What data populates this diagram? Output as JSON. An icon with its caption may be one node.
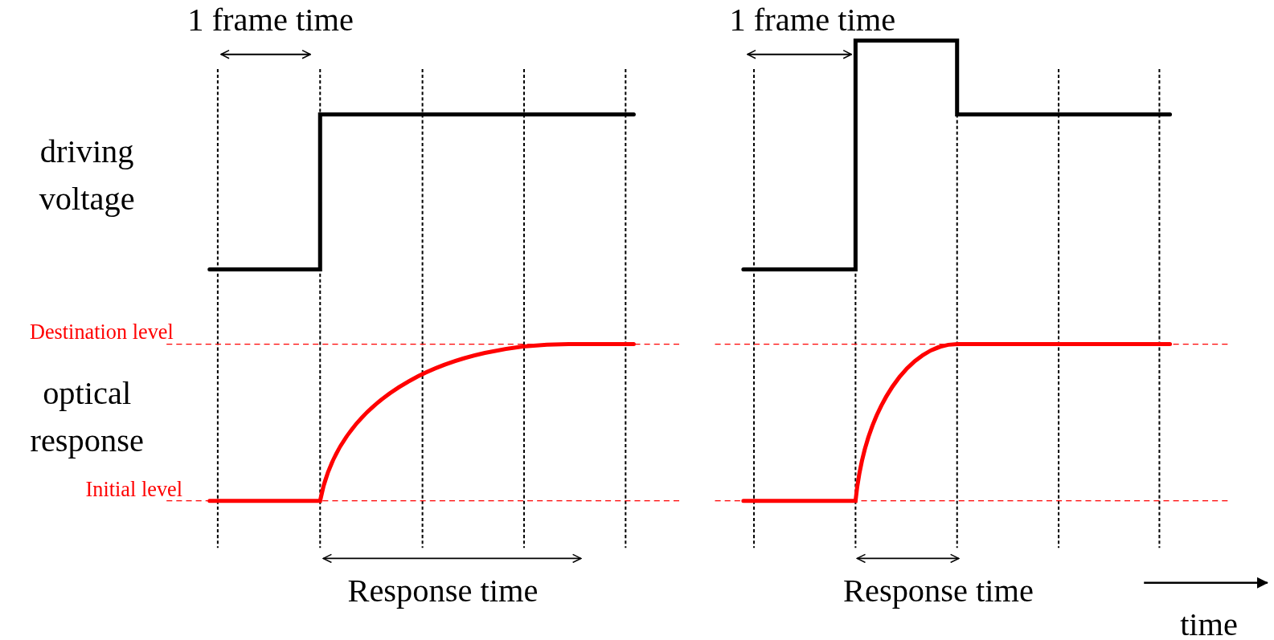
{
  "diagram": {
    "labels": [
      "1 frame time",
      "1 frame time",
      "driving voltage",
      "optical response",
      "Destination level",
      "Initial level",
      "Response time",
      "Response time",
      "time"
    ]
  }
}
